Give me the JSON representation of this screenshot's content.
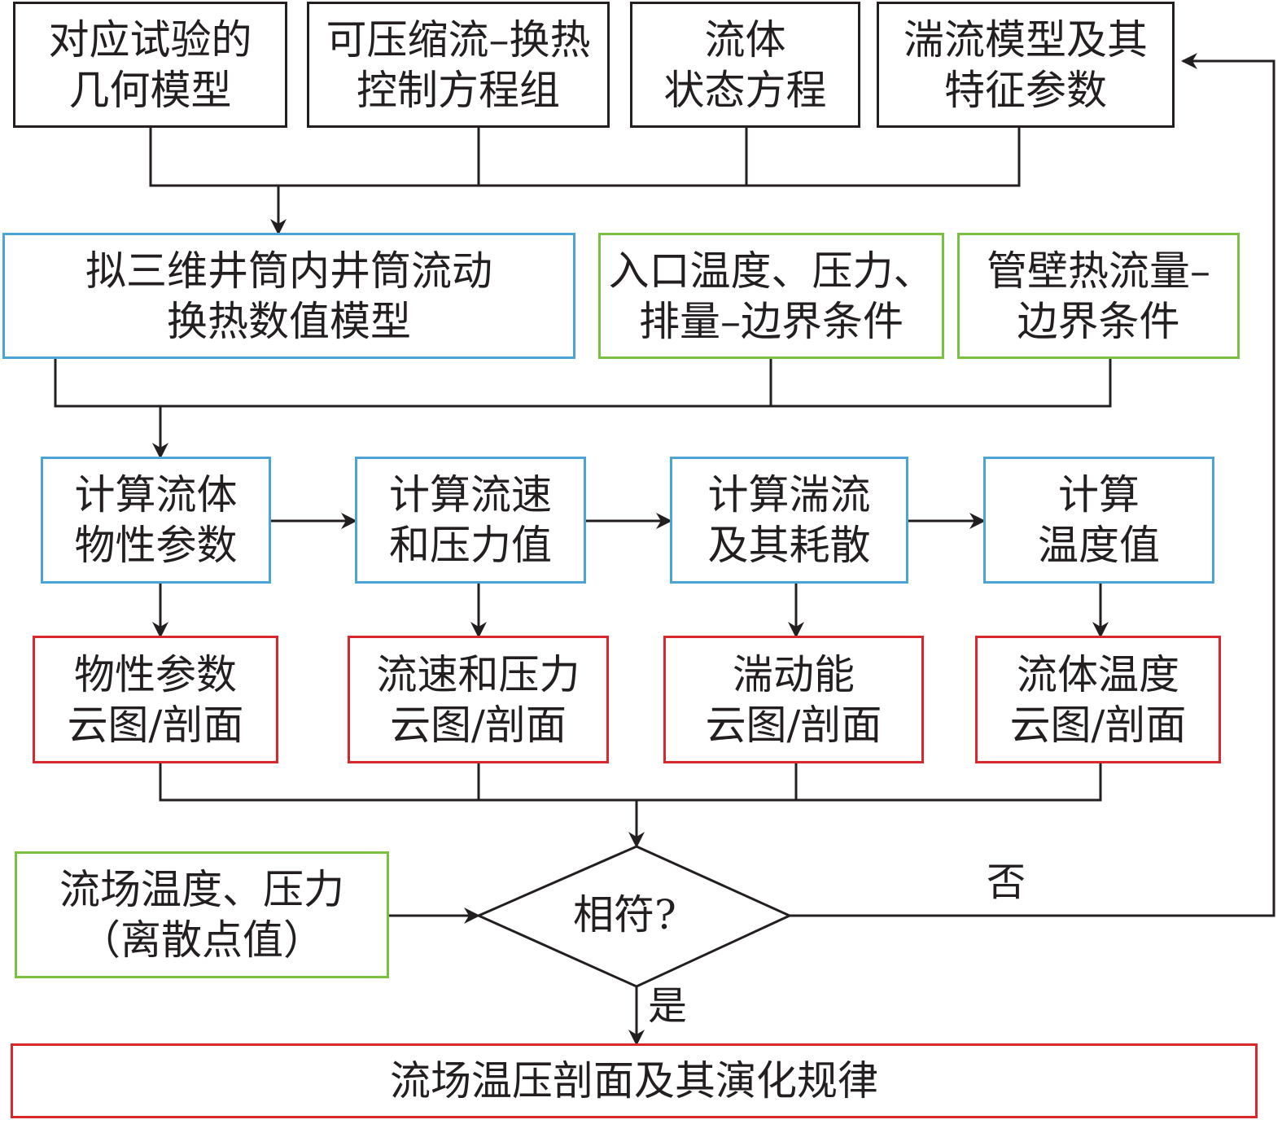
{
  "colors": {
    "line": "#231f20",
    "input": "#231f20",
    "model": "#4ba3d6",
    "condition": "#7ac143",
    "output": "#d9272e"
  },
  "row1": {
    "geometry": [
      "对应试验的",
      "几何模型"
    ],
    "equations": [
      "可压缩流–换热",
      "控制方程组"
    ],
    "state": [
      "流体",
      "状态方程"
    ],
    "turbulence": [
      "湍流模型及其",
      "特征参数"
    ]
  },
  "row2": {
    "model": [
      "拟三维井筒内井筒流动",
      "换热数值模型"
    ],
    "inlet": [
      "入口温度、压力、",
      "排量–边界条件"
    ],
    "wall": [
      "管壁热流量–",
      "边界条件"
    ]
  },
  "row3": {
    "props": [
      "计算流体",
      "物性参数"
    ],
    "velocity": [
      "计算流速",
      "和压力值"
    ],
    "turb": [
      "计算湍流",
      "及其耗散"
    ],
    "temp": [
      "计算",
      "温度值"
    ]
  },
  "row4": {
    "props": [
      "物性参数",
      "云图/剖面"
    ],
    "velocity": [
      "流速和压力",
      "云图/剖面"
    ],
    "turb": [
      "湍动能",
      "云图/剖面"
    ],
    "temp": [
      "流体温度",
      "云图/剖面"
    ]
  },
  "measured": [
    "流场温度、压力",
    "（离散点值）"
  ],
  "decision": "相符?",
  "no_label": "否",
  "yes_label": "是",
  "result": "流场温压剖面及其演化规律"
}
